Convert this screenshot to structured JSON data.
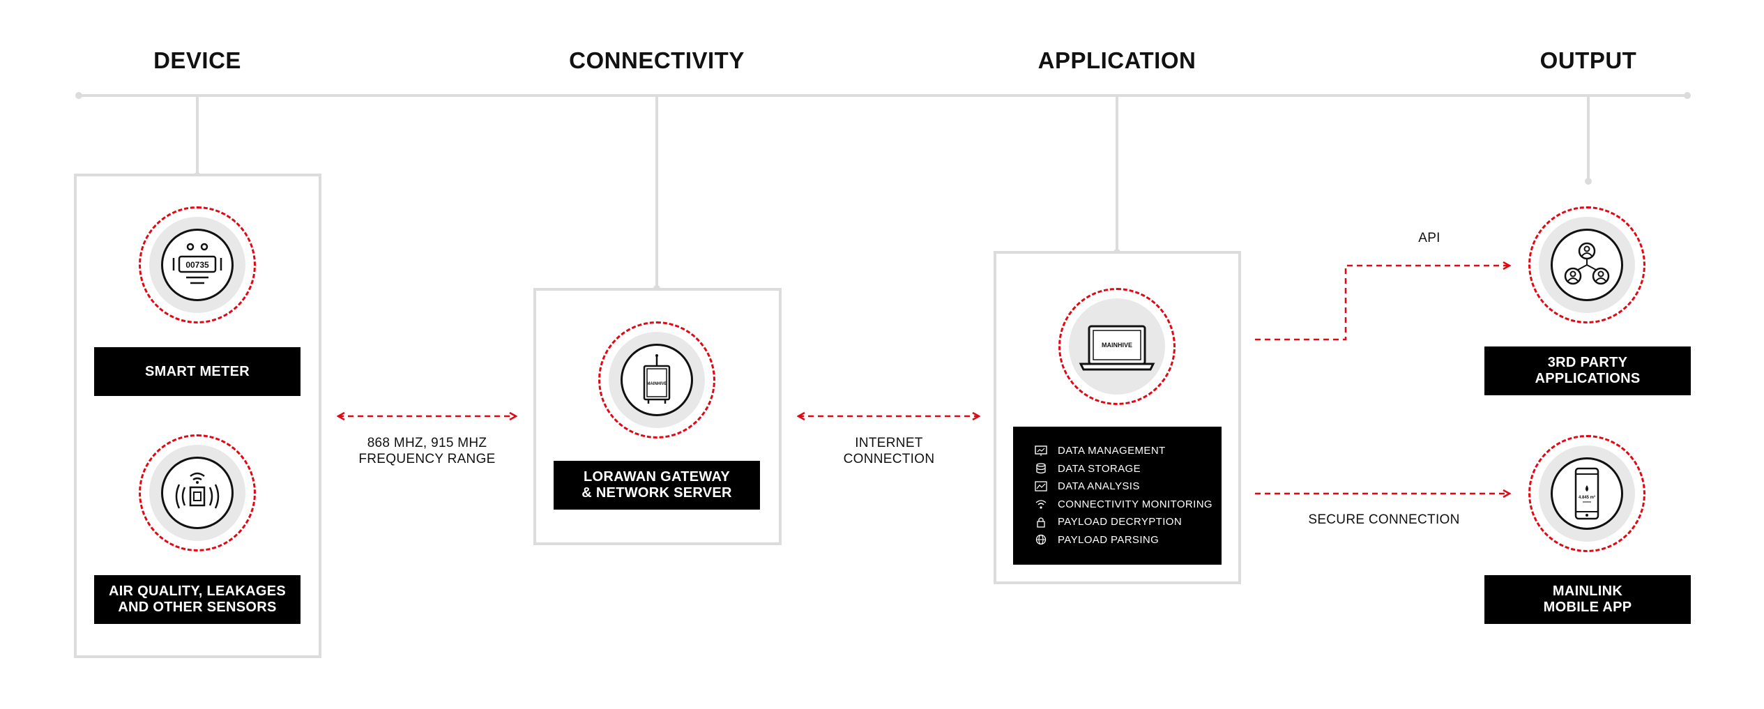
{
  "columns": {
    "device": "DEVICE",
    "connectivity": "CONNECTIVITY",
    "application": "APPLICATION",
    "output": "OUTPUT"
  },
  "device": {
    "smart_meter_label": "SMART METER",
    "meter_reading": "00735",
    "sensors_label": "AIR QUALITY, LEAKAGES\nAND OTHER SENSORS"
  },
  "links": {
    "frequency": "868 MHZ, 915 MHZ\nFREQUENCY RANGE",
    "internet": "INTERNET\nCONNECTION",
    "api": "API",
    "secure": "SECURE CONNECTION"
  },
  "gateway": {
    "label": "LORAWAN GATEWAY\n& NETWORK SERVER",
    "brand": "MAINHIVE"
  },
  "application": {
    "screen_brand": "MAINHIVE",
    "features": [
      {
        "icon": "data-management-icon",
        "label": "DATA MANAGEMENT"
      },
      {
        "icon": "database-icon",
        "label": "DATA STORAGE"
      },
      {
        "icon": "analysis-icon",
        "label": "DATA ANALYSIS"
      },
      {
        "icon": "wifi-icon",
        "label": "CONNECTIVITY MONITORING"
      },
      {
        "icon": "lock-icon",
        "label": "PAYLOAD DECRYPTION"
      },
      {
        "icon": "globe-icon",
        "label": "PAYLOAD PARSING"
      }
    ]
  },
  "output": {
    "third_party_label": "3RD PARTY\nAPPLICATIONS",
    "mobile_label": "MAINLINK\nMOBILE APP",
    "phone_value": "4.845 m³"
  },
  "colors": {
    "accent_red": "#e30613",
    "line_gray": "#dcdcdc",
    "label_bg": "#000000"
  }
}
